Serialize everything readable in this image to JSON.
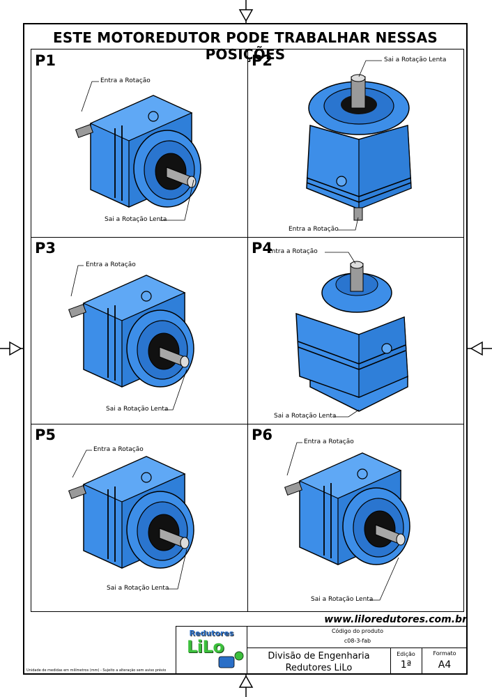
{
  "title": "ESTE MOTOREDUTOR PODE TRABALHAR NESSAS POSIÇÕES",
  "panels": [
    {
      "label": "P1",
      "entrada": "Entra a Rotação",
      "saida": "Sai a Rotação Lenta"
    },
    {
      "label": "P2",
      "entrada": "Entra a Rotação",
      "saida": "Sai a Rotação Lenta"
    },
    {
      "label": "P3",
      "entrada": "Entra a Rotação",
      "saida": "Sai a Rotação Lenta"
    },
    {
      "label": "P4",
      "entrada": "Entra a Rotação",
      "saida": "Sai a Rotação Lenta"
    },
    {
      "label": "P5",
      "entrada": "Entra a Rotação",
      "saida": "Sai a Rotação Lenta"
    },
    {
      "label": "P6",
      "entrada": "Entra a Rotação",
      "saida": "Sai a Rotação Lenta"
    }
  ],
  "website": "www.liloredutores.com.br",
  "title_block": {
    "logo_top": "Redutores",
    "logo_main": "LiLo",
    "codigo_label": "Código do produto",
    "codigo_value": "c08-3-fab",
    "divisao_line1": "Divisão de Engenharia",
    "divisao_line2": "Redutores LiLo",
    "edicao_label": "Edição",
    "edicao_value": "1ª",
    "formato_label": "Formato",
    "formato_value": "A4"
  },
  "footnote": "Unidade de medidas em milímetros (mm) - Sujeito a alteração sem aviso prévio",
  "colors": {
    "gearbox_blue": "#3d8ee8",
    "gearbox_dark": "#1f5fb0",
    "shaft": "#9a9a9a"
  }
}
